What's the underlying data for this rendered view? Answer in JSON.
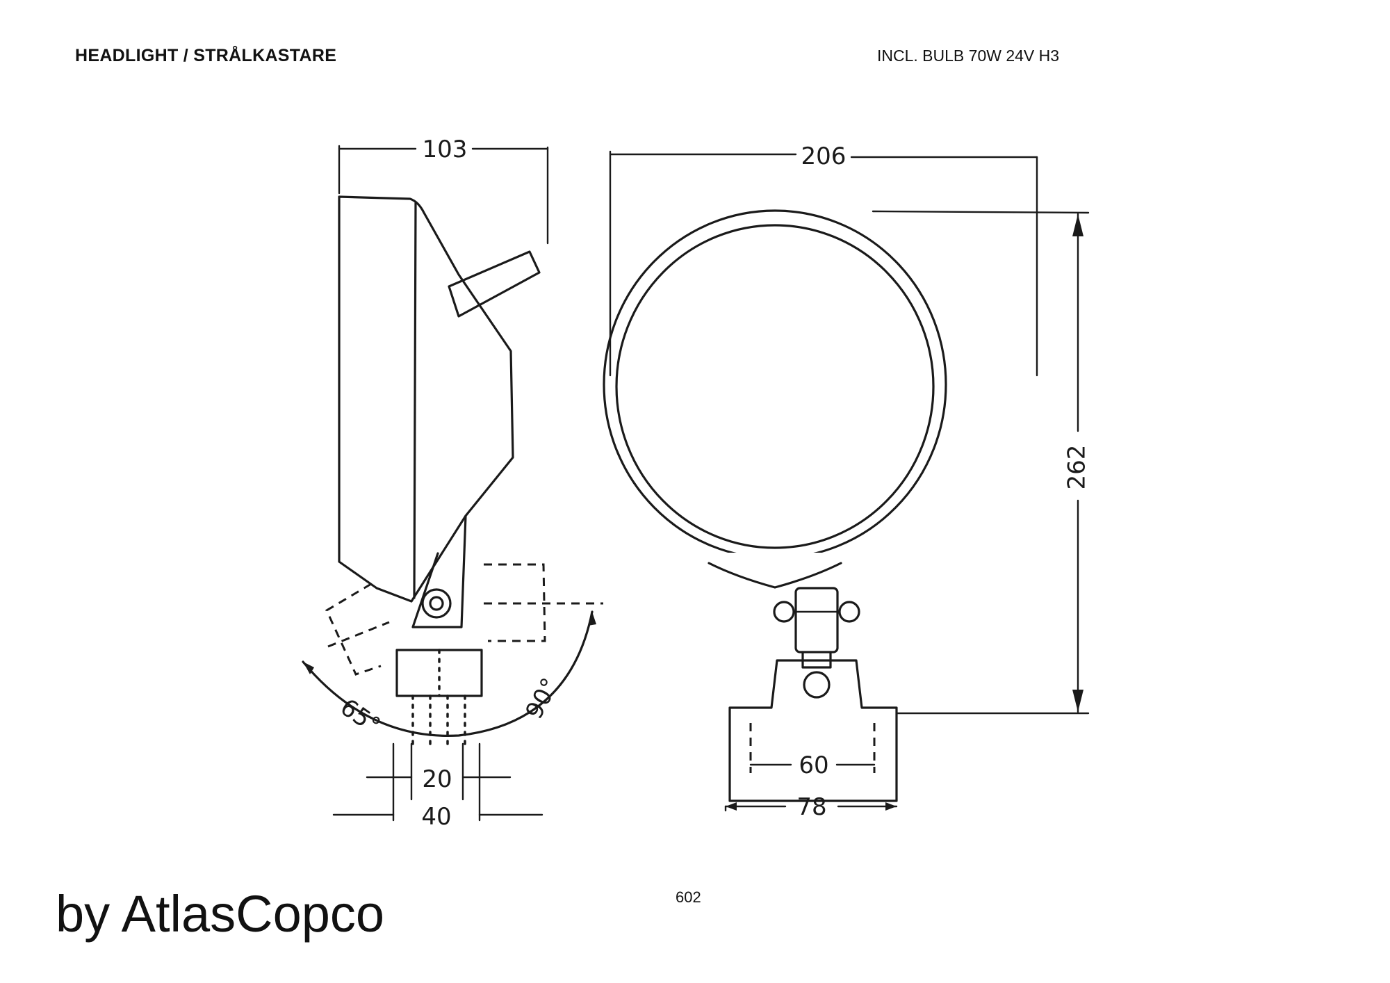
{
  "header": {
    "title": "HEADLIGHT / STRÅLKASTARE",
    "note": "INCL. BULB 70W 24V H3"
  },
  "dimensions": {
    "side_depth": "103",
    "front_width": "206",
    "front_height": "262",
    "bracket_inner": "60",
    "bracket_outer": "78",
    "mount_inner": "20",
    "mount_outer": "40",
    "tilt_back": "65°",
    "tilt_forward": "90°"
  },
  "footer": {
    "page_number": "602",
    "brand": "by AtlasCopco"
  }
}
